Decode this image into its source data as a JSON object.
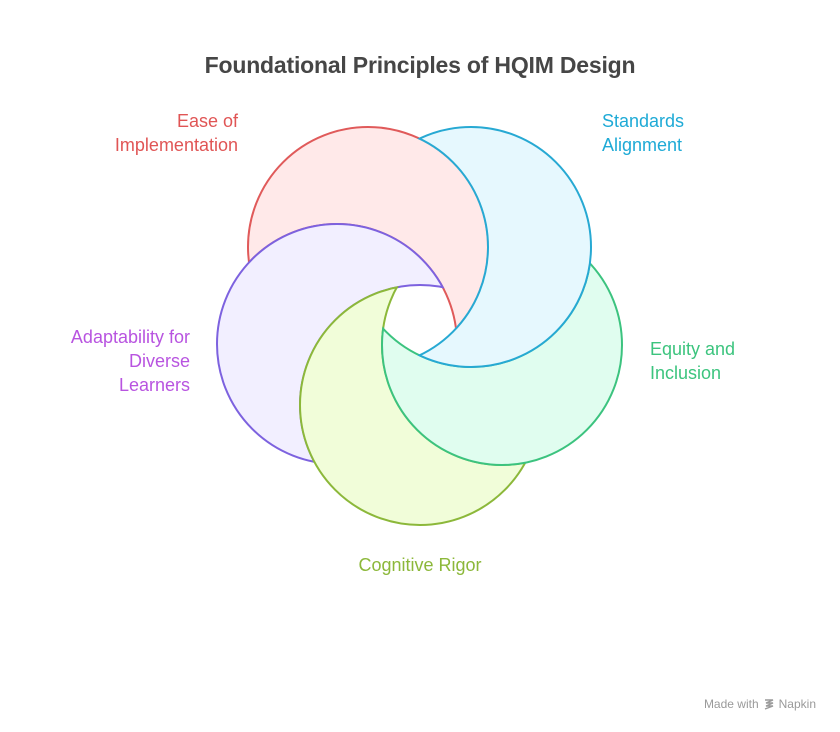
{
  "title": "Foundational Principles of HQIM Design",
  "principles": [
    {
      "id": "ease",
      "label_lines": [
        "Ease of",
        "Implementation"
      ],
      "stroke": "#e05a5a",
      "fill": "#ffe9e9",
      "text_color": "#e05555"
    },
    {
      "id": "standards",
      "label_lines": [
        "Standards",
        "Alignment"
      ],
      "stroke": "#27a9d3",
      "fill": "#e6f8fe",
      "text_color": "#1eaad6"
    },
    {
      "id": "equity",
      "label_lines": [
        "Equity and",
        "Inclusion"
      ],
      "stroke": "#3cc37f",
      "fill": "#e0fdef",
      "text_color": "#3cc47e"
    },
    {
      "id": "rigor",
      "label_lines": [
        "Cognitive Rigor"
      ],
      "stroke": "#8cb83a",
      "fill": "#f1fdd9",
      "text_color": "#8cb83a"
    },
    {
      "id": "adaptability",
      "label_lines": [
        "Adaptability for",
        "Diverse",
        "Learners"
      ],
      "stroke": "#7d62df",
      "fill": "#f2efff",
      "text_color": "#b854e0"
    }
  ],
  "footer": {
    "prefix": "Made with",
    "brand": "Napkin",
    "icon": "napkin-logo-icon"
  }
}
